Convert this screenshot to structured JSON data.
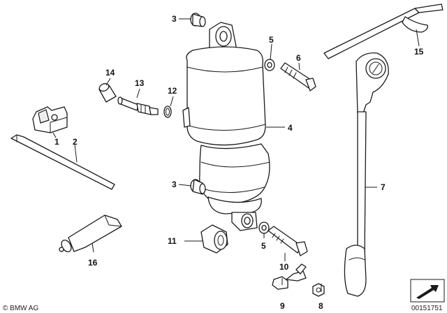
{
  "callouts": {
    "c1": "1",
    "c2": "2",
    "c3a": "3",
    "c3b": "3",
    "c4": "4",
    "c5a": "5",
    "c5b": "5",
    "c6": "6",
    "c7": "7",
    "c8": "8",
    "c9": "9",
    "c10": "10",
    "c11": "11",
    "c12": "12",
    "c13": "13",
    "c14": "14",
    "c15": "15",
    "c16": "16"
  },
  "footer": {
    "copyright": "© BMW AG",
    "image_number": "00151751"
  }
}
